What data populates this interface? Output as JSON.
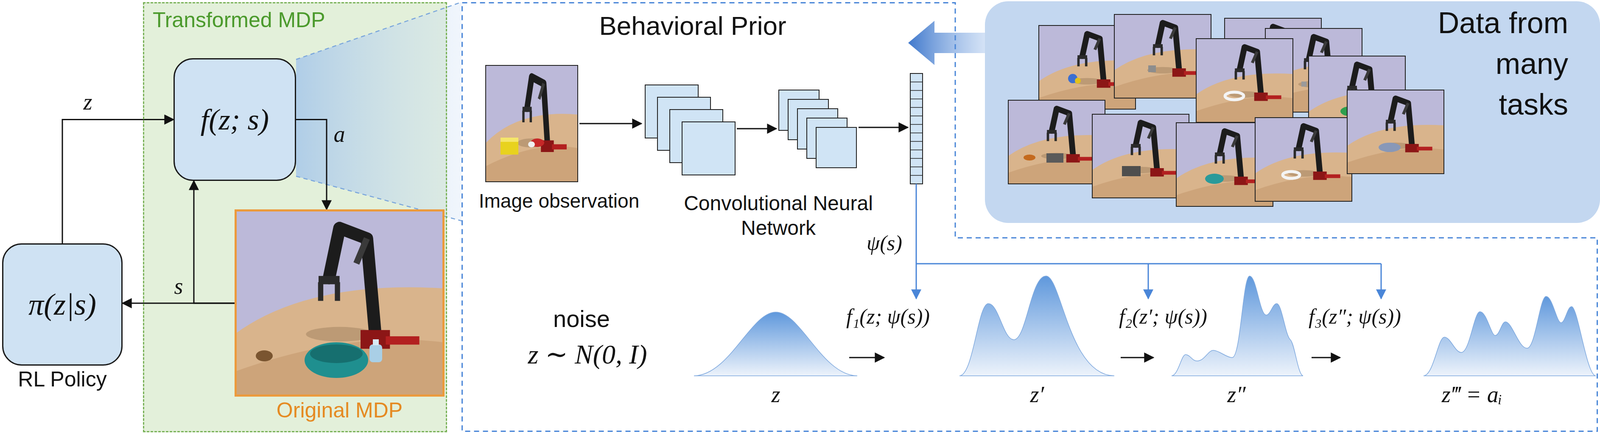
{
  "diagram": {
    "nodes": [
      {
        "text": [
          "Transformed MDP"
        ]
      },
      {
        "text": [
          "f(z; s)"
        ],
        "in": 0
      },
      {
        "text": [
          "Original MDP"
        ],
        "in": 0
      },
      {
        "text": [
          "π(z|s)",
          "RL Policy"
        ]
      },
      {
        "text": [
          "Behavioral Prior"
        ]
      },
      {
        "text": [
          "Data from many tasks"
        ]
      }
    ],
    "edges": [
      {
        "from": 3,
        "to": 1,
        "arrow": "to",
        "label": "z"
      },
      {
        "from": 1,
        "to": 2,
        "arrow": "to",
        "label": "a"
      },
      {
        "from": 2,
        "to": 3,
        "arrow": "to",
        "label": "s"
      },
      {
        "from": 2,
        "to": 1,
        "arrow": "to"
      },
      {
        "from": 5,
        "to": 4,
        "arrow": "to"
      }
    ],
    "labels": [
      "Image observation",
      "Convolutional Neural Network",
      "ψ(s)",
      "noise",
      "z ∼ N(0, I)",
      "f₁(z; ψ(s))",
      "f₂(z′; ψ(s))",
      "f₃(z″; ψ(s))",
      "z",
      "z′",
      "z″",
      "z‴ = aᵢ"
    ]
  }
}
